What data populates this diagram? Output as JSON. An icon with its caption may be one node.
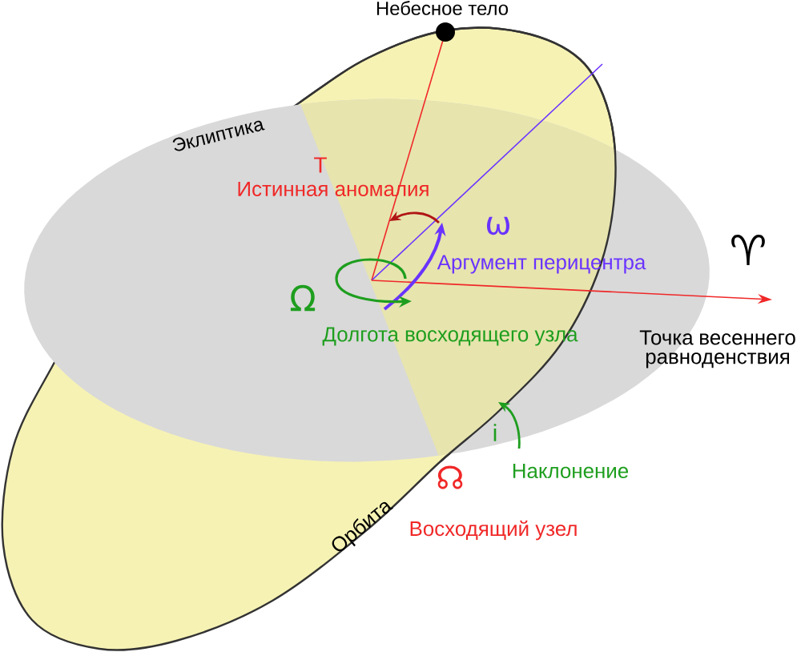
{
  "diagram": {
    "labels": [
      "Небесное тело",
      "Эклиптика",
      "T",
      "Истинная аномалия",
      "ω",
      "Аргумент перицентра",
      "♈",
      "Ω",
      "Долгота восходящего узла",
      "Точка весеннего равноденствия",
      "i",
      "Наклонение",
      "☊",
      "Орбита",
      "Восходящий узел"
    ]
  }
}
